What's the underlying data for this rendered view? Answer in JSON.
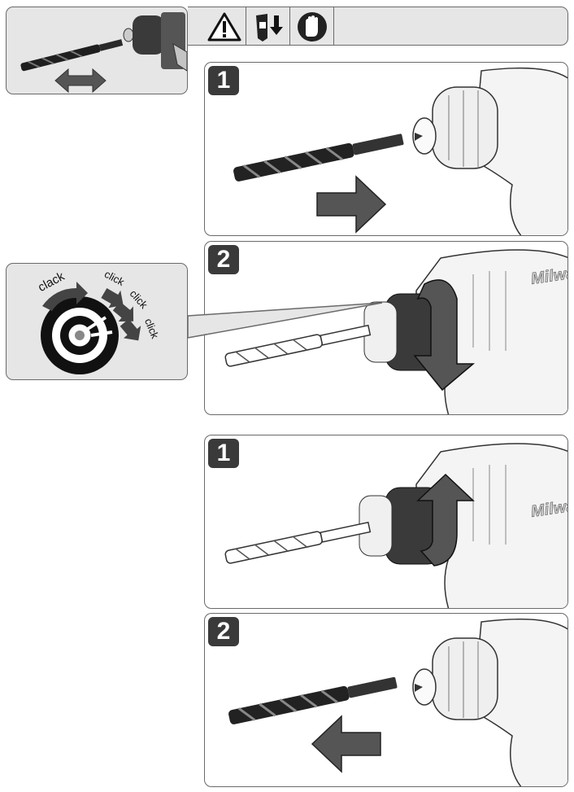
{
  "header": {
    "icons": [
      "warning-triangle-icon",
      "disconnect-battery-icon",
      "wear-gloves-icon"
    ]
  },
  "insert_sequence": {
    "steps": [
      {
        "label": "1",
        "action": "insert bit",
        "arrow": "right"
      },
      {
        "label": "2",
        "action": "tighten chuck"
      }
    ]
  },
  "remove_sequence": {
    "steps": [
      {
        "label": "1",
        "action": "loosen chuck"
      },
      {
        "label": "2",
        "action": "remove bit",
        "arrow": "left"
      }
    ]
  },
  "callout": {
    "sounds": [
      "clack",
      "click",
      "click",
      "click"
    ]
  },
  "brand_text": "Milwaukee"
}
